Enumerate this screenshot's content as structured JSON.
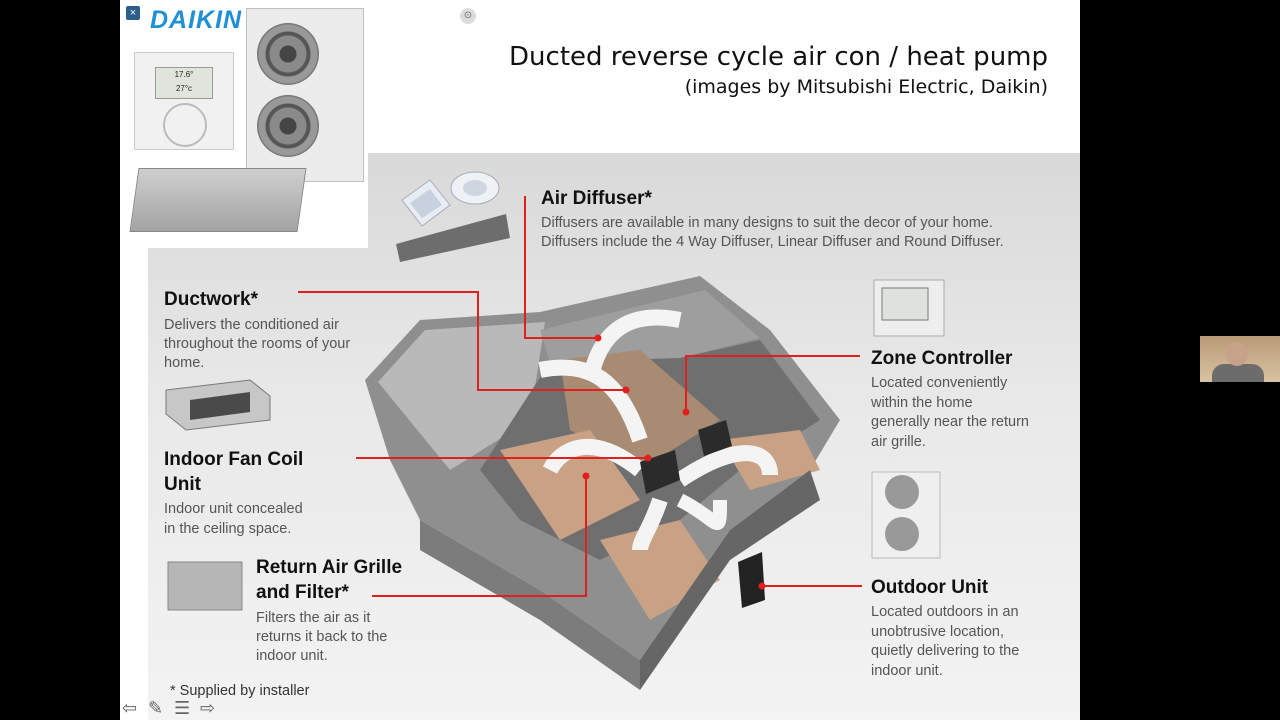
{
  "slide": {
    "title": "Ducted reverse cycle air con / heat pump",
    "subtitle": "(images by Mitsubishi Electric, Daikin)",
    "footnote": "* Supplied by installer"
  },
  "daikin_image": {
    "logo": "DAIKIN",
    "close": "×",
    "lcd_line1": "17.6°",
    "lcd_line2": "27°c"
  },
  "callouts": {
    "air_diffuser": {
      "label": "Air Diffuser*",
      "desc1": "Diffusers are available in many designs to suit the decor of your home.",
      "desc2": "Diffusers include the 4 Way Diffuser, Linear Diffuser and Round Diffuser."
    },
    "ductwork": {
      "label": "Ductwork*",
      "desc1": "Delivers the conditioned air",
      "desc2": "throughout the rooms of your",
      "desc3": "home."
    },
    "indoor_fan_coil": {
      "label1": "Indoor Fan Coil",
      "label2": "Unit",
      "desc1": "Indoor unit concealed",
      "desc2": "in the ceiling space."
    },
    "return_air": {
      "label1": "Return Air Grille",
      "label2": "and Filter*",
      "desc1": "Filters the air as it",
      "desc2": "returns it back to the",
      "desc3": "indoor unit."
    },
    "zone_controller": {
      "label": "Zone Controller",
      "desc1": "Located conveniently",
      "desc2": "within the home",
      "desc3": "generally near the return",
      "desc4": "air grille."
    },
    "outdoor_unit": {
      "label": "Outdoor Unit",
      "desc1": "Located outdoors in an",
      "desc2": "unobtrusive location,",
      "desc3": "quietly delivering to the",
      "desc4": "indoor unit."
    }
  },
  "toolbar": {
    "prev": "⇦",
    "pen": "✎",
    "menu": "☰",
    "next": "⇨"
  },
  "colors": {
    "leader": "#e0201f",
    "accent": "#1f8fd6"
  }
}
